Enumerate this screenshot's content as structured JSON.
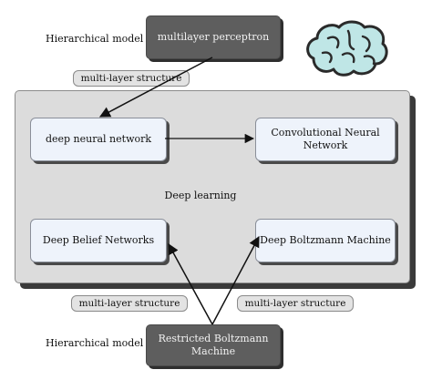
{
  "top_left_label": "Hierarchical model",
  "bottom_left_label": "Hierarchical model",
  "top_box": "multilayer perceptron",
  "bottom_box": "Restricted Boltzmann Machine",
  "pill_top": "multi-layer structure",
  "pill_bottom_left": "multi-layer structure",
  "pill_bottom_right": "multi-layer structure",
  "region_label": "Deep learning",
  "nodes": {
    "dnn": "deep neural network",
    "cnn": "Convolutional Neural Network",
    "dbn": "Deep Belief Networks",
    "dbm": "Deep Boltzmann Machine"
  },
  "icons": {
    "brain": "brain-icon"
  },
  "colors": {
    "dark_box": "#5e5e5e",
    "region": "#dcdcdc",
    "node_fill": "#eef3fb",
    "brain_fill": "#bfe6e6"
  }
}
